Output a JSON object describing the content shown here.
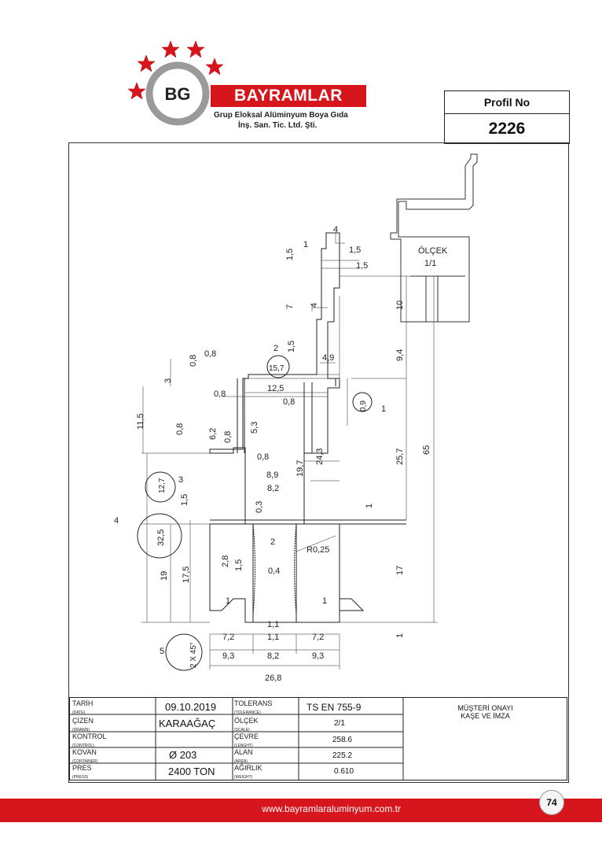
{
  "header": {
    "logo_initials": "BG",
    "brand": "BAYRAMLAR",
    "subtitle_line1": "Grup Eloksal Alüminyum Boya Gıda",
    "subtitle_line2": "İnş. San. Tic. Ltd. Şti."
  },
  "profile": {
    "label": "Profil No",
    "number": "2226"
  },
  "preview": {
    "scale_label": "ÖLÇEK",
    "scale_value": "1/1"
  },
  "dimensions": {
    "d4": "4",
    "d1a": "1",
    "d15a": "1,5",
    "d15b": "1,5",
    "d15c": "1,5",
    "d10": "10",
    "d7": "7",
    "d4b": "4",
    "d08a": "0,8",
    "d08b": "0,8",
    "d2": "2",
    "d15d": "1,5",
    "d157": "15,7",
    "d49": "4,9",
    "d94": "9,4",
    "d3": "3",
    "d125": "12,5",
    "d08c": "0,8",
    "d08d": "0,8",
    "d09": "0,9",
    "d1b": "1",
    "d115": "11,5",
    "d08e": "0,8",
    "d62": "6,2",
    "d08f": "0,8",
    "d53": "5,3",
    "d08g": "0,8",
    "d197": "19,7",
    "d243": "24,3",
    "d257": "25,7",
    "d65": "65",
    "d89": "8,9",
    "d82": "8,2",
    "d127": "12,7",
    "d3b": "3",
    "d15e": "1,5",
    "d03": "0,3",
    "d1c": "1",
    "d4c": "4",
    "d325": "32,5",
    "d2b": "2",
    "d28": "2,8",
    "d15f": "1,5",
    "dR": "R0,25",
    "d04": "0,4",
    "d19": "19",
    "d175": "17,5",
    "d17": "17",
    "d1d": "1",
    "d1e": "1",
    "d1f": "1",
    "d11a": "1,1",
    "d72a": "7,2",
    "d11b": "1,1",
    "d72b": "7,2",
    "d5": "5",
    "d2x45": "2 X 45°",
    "d93a": "9,3",
    "d82b": "8,2",
    "d93b": "9,3",
    "d268": "26,8"
  },
  "title_block": {
    "tarih": "TARİH",
    "tarih_en": "(DATE)",
    "tarih_val": "09.10.2019",
    "cizen": "ÇİZEN",
    "cizen_en": "(DRAWN)",
    "cizen_val": "KARAAĞAÇ",
    "kontrol": "KONTROL",
    "kontrol_en": "(CONTROL)",
    "kovan": "KOVAN",
    "kovan_en": "(CONTAINER)",
    "kovan_val": "Ø 203",
    "pres": "PRES",
    "pres_en": "(PRESS)",
    "pres_val": "2400  TON",
    "tolerans": "TOLERANS",
    "tolerans_en": "(TOLERANCE)",
    "tolerans_val": "TS EN 755-9",
    "olcek": "ÖLÇEK",
    "olcek_en": "(SCALE)",
    "olcek_val": "2/1",
    "cevre": "ÇEVRE",
    "cevre_en": "(LENGHT)",
    "cevre_val": "258.6",
    "alan": "ALAN",
    "alan_en": "(AREA)",
    "alan_val": "225.2",
    "agirlik": "AĞIRLIK",
    "agirlik_en": "(WEIGHT)",
    "agirlik_val": "0.610",
    "approval_line1": "MÜŞTERİ ONAYI",
    "approval_line2": "KAŞE VE İMZA"
  },
  "footer": {
    "url": "www.bayramlaraluminyum.com.tr",
    "page": "74"
  },
  "colors": {
    "brand_red": "#d7151c"
  },
  "icons": [
    "star-icon",
    "bg-ring-logo"
  ]
}
